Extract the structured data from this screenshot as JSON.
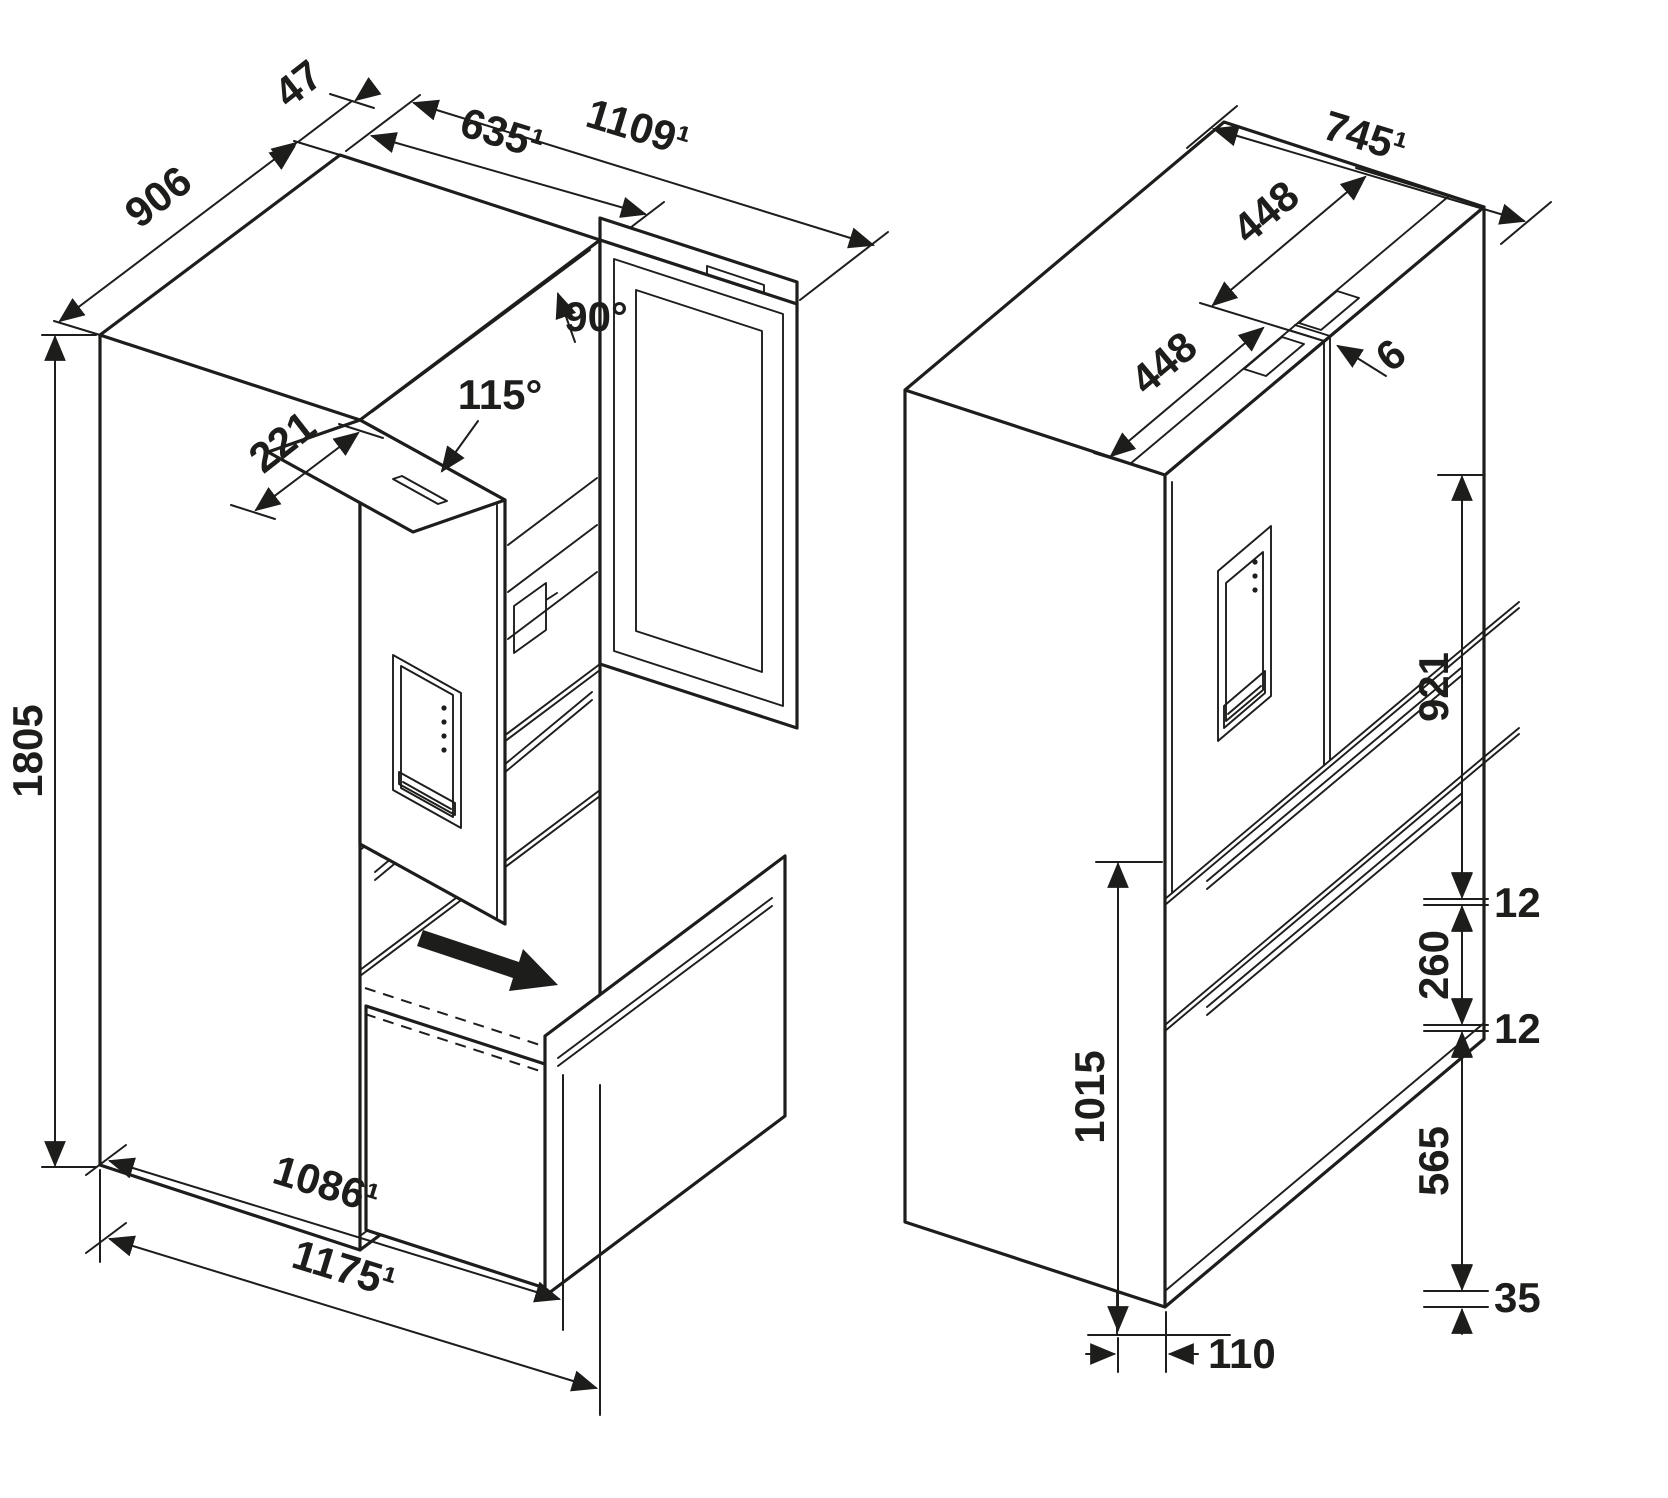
{
  "colors": {
    "line": "#1d1d1b",
    "background": "#ffffff"
  },
  "open_view": {
    "dims": {
      "door_side_clearance": "47",
      "width": "906",
      "door_open_depth": "635¹",
      "overall_depth_door_open": "1109¹",
      "right_door_angle": "90°",
      "left_door_angle": "115°",
      "door_panel_width": "221",
      "height": "1805",
      "depth_open_1": "1086¹",
      "depth_open_2": "1175¹"
    }
  },
  "closed_view": {
    "dims": {
      "overall_depth": "745¹",
      "left_door_width": "448",
      "right_door_width": "448",
      "center_gap": "6",
      "door_height": "921",
      "gap_upper": "12",
      "upper_drawer_height": "260",
      "gap_lower": "12",
      "lower_drawer_height": "565",
      "pullout_height": "1015",
      "plinth_recess": "110",
      "plinth_height": "35"
    }
  }
}
